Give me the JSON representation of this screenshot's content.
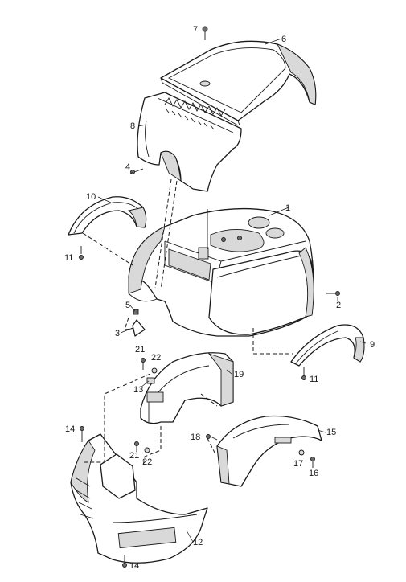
{
  "callouts": {
    "c1": "1",
    "c2": "2",
    "c3": "3",
    "c4": "4",
    "c5": "5",
    "c6": "6",
    "c7": "7",
    "c8": "8",
    "c9": "9",
    "c10": "10",
    "c11a": "11",
    "c11b": "11",
    "c12": "12",
    "c13": "13",
    "c14a": "14",
    "c14b": "14",
    "c15": "15",
    "c16": "16",
    "c17": "17",
    "c18": "18",
    "c19": "19",
    "c21a": "21",
    "c21b": "21",
    "c22a": "22",
    "c22b": "22"
  }
}
